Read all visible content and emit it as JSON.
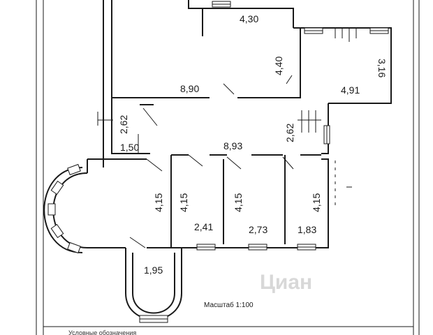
{
  "plan": {
    "scale_label": "Масштаб 1:100",
    "footnote": "Условные обозначения",
    "watermark": "Циан",
    "dimensions": {
      "d_4_30": "4,30",
      "d_4_40": "4,40",
      "d_3_16": "3,16",
      "d_8_90": "8,90",
      "d_4_91": "4,91",
      "d_2_62_left": "2,62",
      "d_2_62_right": "2,62",
      "d_1_50": "1,50",
      "d_8_93": "8,93",
      "d_4_15_a": "4,15",
      "d_4_15_b": "4,15",
      "d_4_15_c": "4,15",
      "d_4_15_d": "4,15",
      "d_2_41": "2,41",
      "d_2_73": "2,73",
      "d_1_83": "1,83",
      "d_1_95": "1,95"
    }
  }
}
